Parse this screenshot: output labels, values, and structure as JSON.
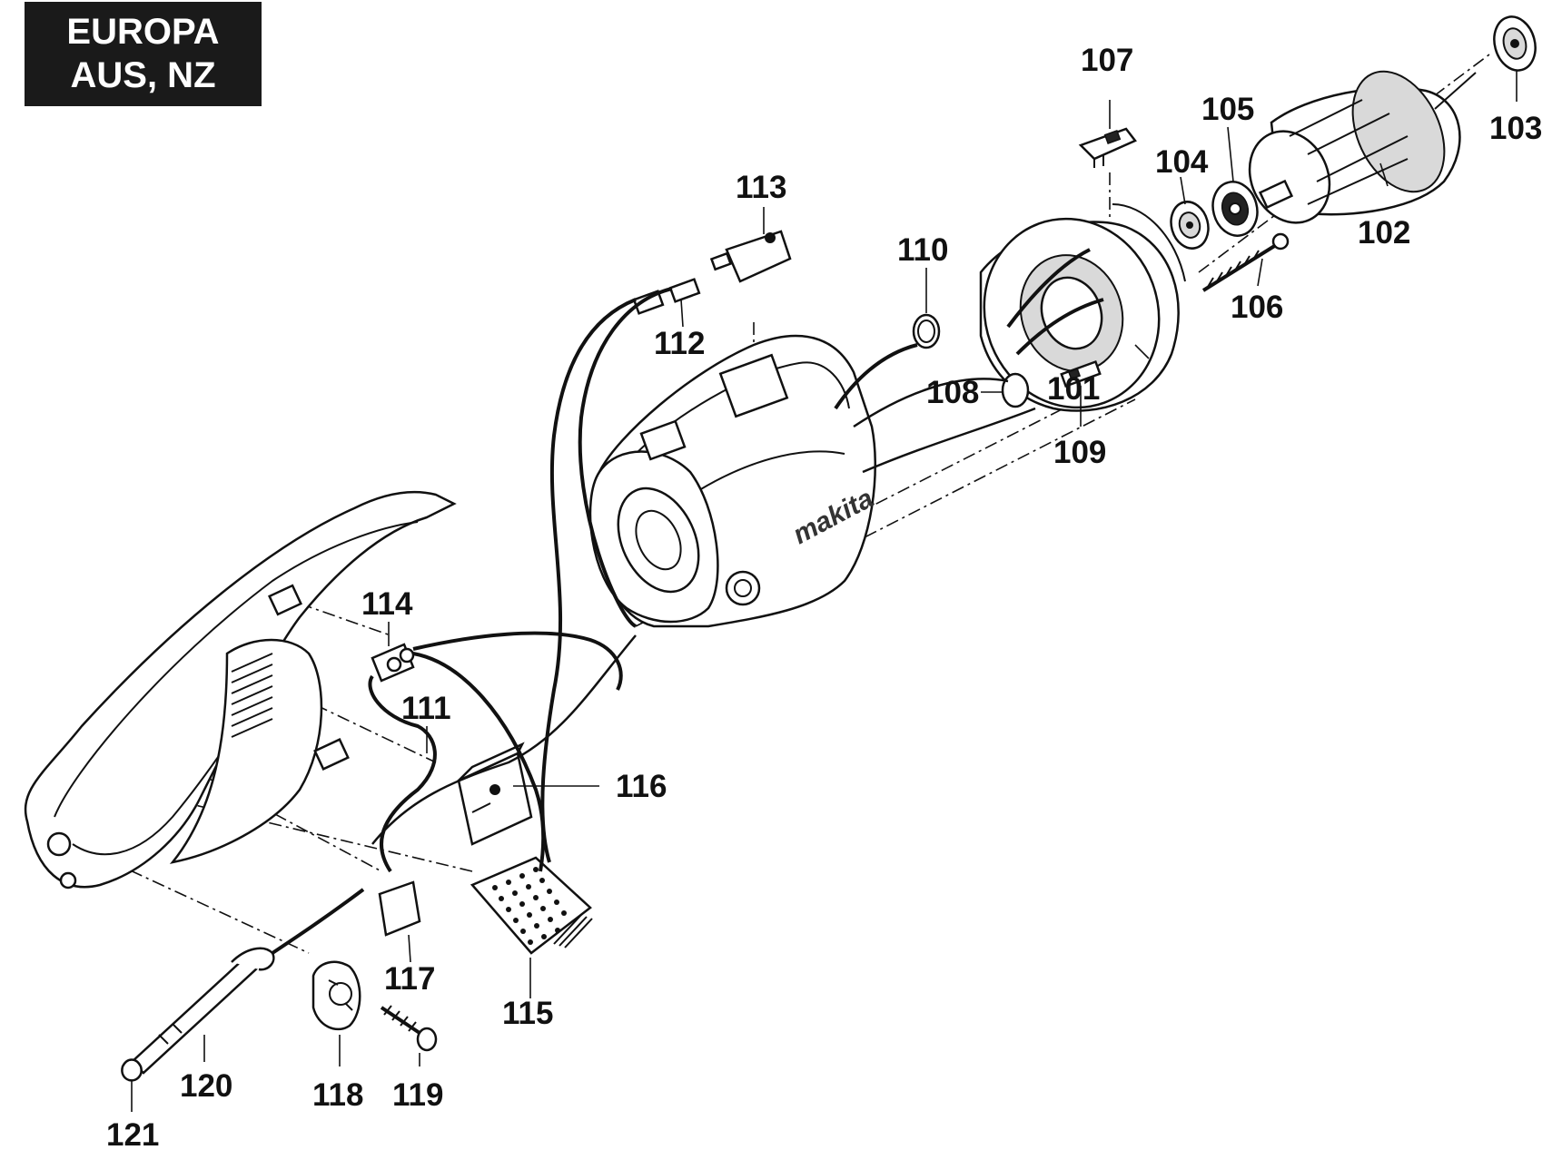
{
  "region_label": {
    "line1": "EUROPA",
    "line2": "AUS, NZ"
  },
  "parts": [
    {
      "id": "p101",
      "number": "101"
    },
    {
      "id": "p102",
      "number": "102"
    },
    {
      "id": "p103",
      "number": "103"
    },
    {
      "id": "p104",
      "number": "104"
    },
    {
      "id": "p105",
      "number": "105"
    },
    {
      "id": "p106",
      "number": "106"
    },
    {
      "id": "p107",
      "number": "107"
    },
    {
      "id": "p108",
      "number": "108"
    },
    {
      "id": "p109",
      "number": "109"
    },
    {
      "id": "p110",
      "number": "110"
    },
    {
      "id": "p111",
      "number": "111"
    },
    {
      "id": "p112",
      "number": "112"
    },
    {
      "id": "p113",
      "number": "113"
    },
    {
      "id": "p114",
      "number": "114"
    },
    {
      "id": "p115",
      "number": "115"
    },
    {
      "id": "p116",
      "number": "116"
    },
    {
      "id": "p117",
      "number": "117"
    },
    {
      "id": "p118",
      "number": "118"
    },
    {
      "id": "p119",
      "number": "119"
    },
    {
      "id": "p120",
      "number": "120"
    },
    {
      "id": "p121",
      "number": "121"
    }
  ],
  "brand_text": "makita"
}
